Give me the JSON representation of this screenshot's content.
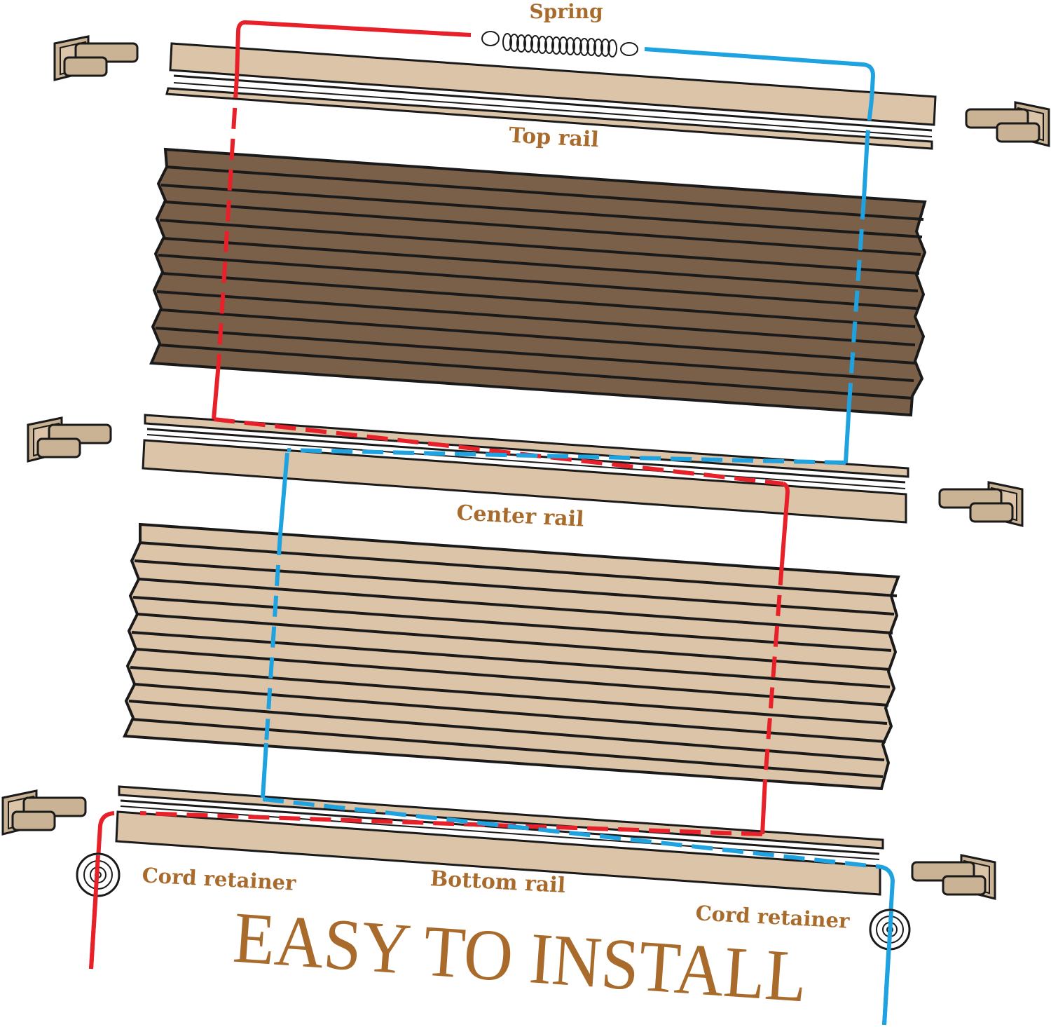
{
  "labels": {
    "spring": "Spring",
    "top_rail": "Top rail",
    "center_rail": "Center rail",
    "bottom_rail": "Bottom rail",
    "cord_retainer_left": "Cord retainer",
    "cord_retainer_right": "Cord retainer",
    "headline": "EASY TO INSTALL"
  },
  "colors": {
    "label_text": "#a86b2c",
    "rail_fill": "#dbc4a8",
    "dark_fabric": "#7a6048",
    "light_fabric": "#dcc4a8",
    "bracket_fill": "#c9b394",
    "cord_red": "#e8202a",
    "cord_blue": "#1fa3e0",
    "outline": "#1a1a1a"
  },
  "icons": {
    "bracket": "bracket-icon",
    "spring": "spring-coil-icon",
    "cord_retainer": "cord-retainer-icon"
  }
}
